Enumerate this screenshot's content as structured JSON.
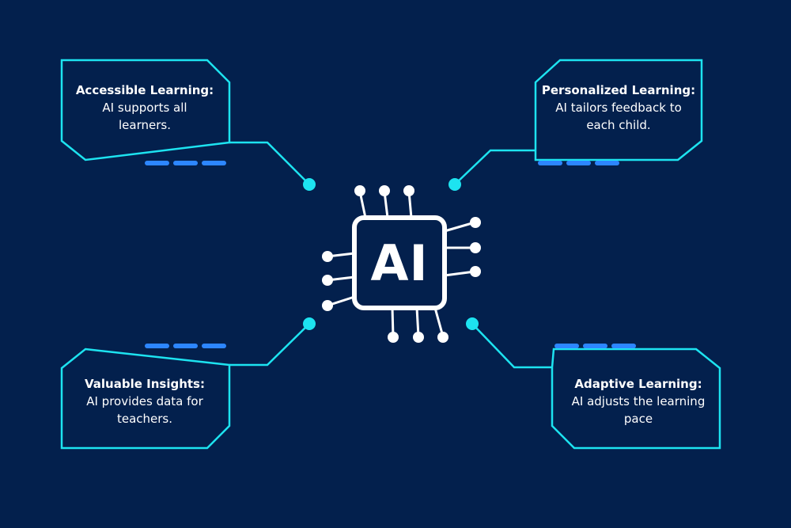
{
  "center": {
    "label": "AI"
  },
  "cards": [
    {
      "id": "accessible",
      "title": "Accessible Learning:",
      "desc": "AI supports all learners."
    },
    {
      "id": "personalized",
      "title": "Personalized Learning:",
      "desc": "AI tailors feedback to each child."
    },
    {
      "id": "insights",
      "title": "Valuable Insights:",
      "desc": "AI provides data for teachers."
    },
    {
      "id": "adaptive",
      "title": "Adaptive Learning:",
      "desc": "AI adjusts the learning pace"
    }
  ],
  "colors": {
    "background": "#03204d",
    "outline": "#1de3f0",
    "dash": "#2d86ff",
    "chip": "#ffffff"
  }
}
